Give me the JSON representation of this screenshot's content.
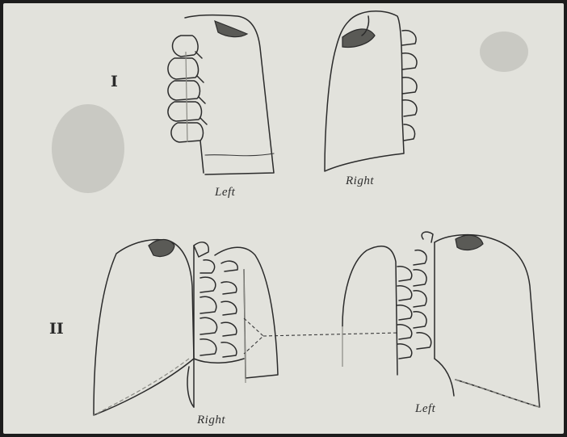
{
  "figure_I": {
    "numeral": "I",
    "left_label": "Left",
    "right_label": "Right"
  },
  "figure_II": {
    "numeral": "II",
    "right_label": "Right",
    "left_label": "Left"
  }
}
